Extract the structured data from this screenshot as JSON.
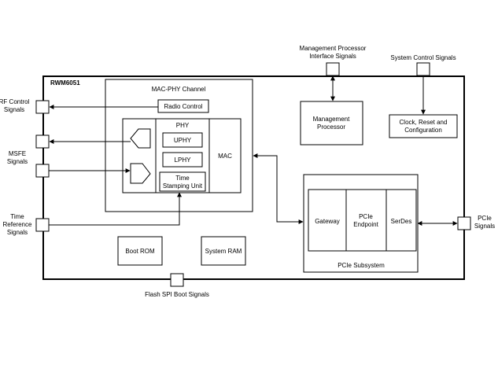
{
  "chip": {
    "name": "RWM6051"
  },
  "blocks": {
    "mac_phy_channel": "MAC-PHY Channel",
    "radio_control": "Radio Control",
    "phy": "PHY",
    "uphy": "UPHY",
    "lphy": "LPHY",
    "time_stamping": [
      "Time",
      "Stamping Unit"
    ],
    "mac": "MAC",
    "management_processor": [
      "Management",
      "Processor"
    ],
    "clock_reset": [
      "Clock, Reset and",
      "Configuration"
    ],
    "gateway": "Gateway",
    "pcie_endpoint": [
      "PCIe",
      "Endpoint"
    ],
    "serdes": "SerDes",
    "pcie_subsystem": "PCIe Subsystem",
    "boot_rom": "Boot ROM",
    "system_ram": "System RAM"
  },
  "signals": {
    "rf_control": [
      "RF Control",
      "Signals"
    ],
    "msfe": [
      "MSFE",
      "Signals"
    ],
    "time_reference": [
      "Time",
      "Reference",
      "Signals"
    ],
    "management_processor_interface": [
      "Management Processor",
      "Interface Signals"
    ],
    "system_control": "System Control Signals",
    "pcie": [
      "PCIe",
      "Signals"
    ],
    "flash_spi_boot": "Flash SPI Boot Signals"
  }
}
